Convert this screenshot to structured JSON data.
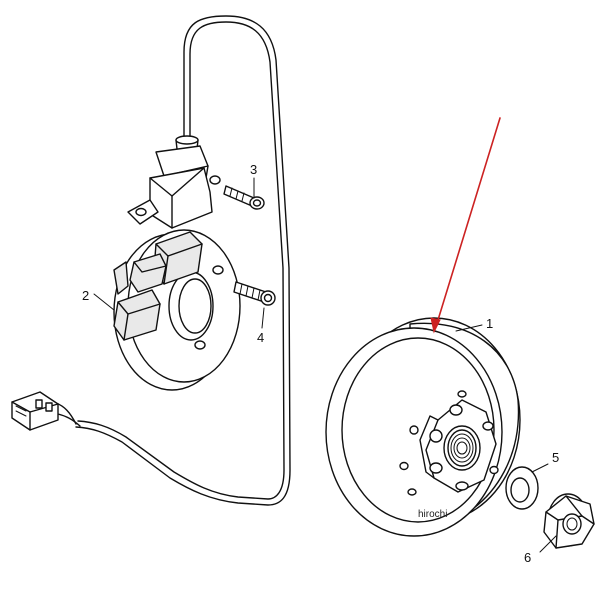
{
  "callouts": [
    {
      "id": "1",
      "label": "1"
    },
    {
      "id": "2",
      "label": "2"
    },
    {
      "id": "3",
      "label": "3"
    },
    {
      "id": "4",
      "label": "4"
    },
    {
      "id": "5",
      "label": "5"
    },
    {
      "id": "6",
      "label": "6"
    }
  ],
  "watermark": "hirochi",
  "colors": {
    "line": "#111111",
    "arrow": "#cc2222",
    "background": "#ffffff"
  }
}
